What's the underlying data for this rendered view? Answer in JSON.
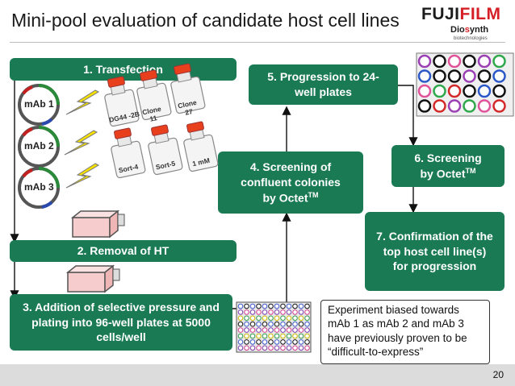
{
  "title": "Mini-pool evaluation of candidate host cell lines",
  "logo": {
    "brand_pre": "FUJI",
    "brand_post": "FILM",
    "sub_pre": "Dio",
    "sub_mark": "s",
    "sub_post": "ynth",
    "tagline": "biotechnologies"
  },
  "steps": {
    "s1": "1. Transfection",
    "s2": "2. Removal of HT",
    "s3": "3. Addition of selective pressure and plating into 96-well plates at 5000 cells/well",
    "s4_line1": "4. Screening of",
    "s4_line2": "confluent colonies",
    "s4_line3": "by Octet",
    "s5": "5. Progression to 24-well plates",
    "s6_line1": "6. Screening",
    "s6_line2": "by Octet",
    "s7": "7.  Confirmation of the top host cell line(s) for progression",
    "tm": "TM"
  },
  "plasmids": [
    "mAb 1",
    "mAb 2",
    "mAb 3"
  ],
  "flasks": [
    "DG44 -2B",
    "Clone 11",
    "Clone 27",
    "Sort-4",
    "Sort-5",
    "1 mM"
  ],
  "note": "Experiment biased towards mAb 1 as mAb 2 and mAb 3 have previously proven to be “difficult-to-express”",
  "page_number": "20",
  "colors": {
    "step_box": "#1a7a54",
    "brand_red": "#d62027",
    "footer": "#dcdcdc",
    "flask_cap": "#e8401c",
    "lightning": "#f5e000"
  },
  "plate24_colors": [
    [
      "purple",
      "black",
      "pink",
      "black",
      "purple",
      "green"
    ],
    [
      "blue",
      "black",
      "black",
      "purple",
      "black",
      "blue"
    ],
    [
      "pink",
      "green",
      "red",
      "black",
      "blue",
      "black"
    ],
    [
      "black",
      "red",
      "purple",
      "green",
      "pink",
      "red"
    ]
  ]
}
